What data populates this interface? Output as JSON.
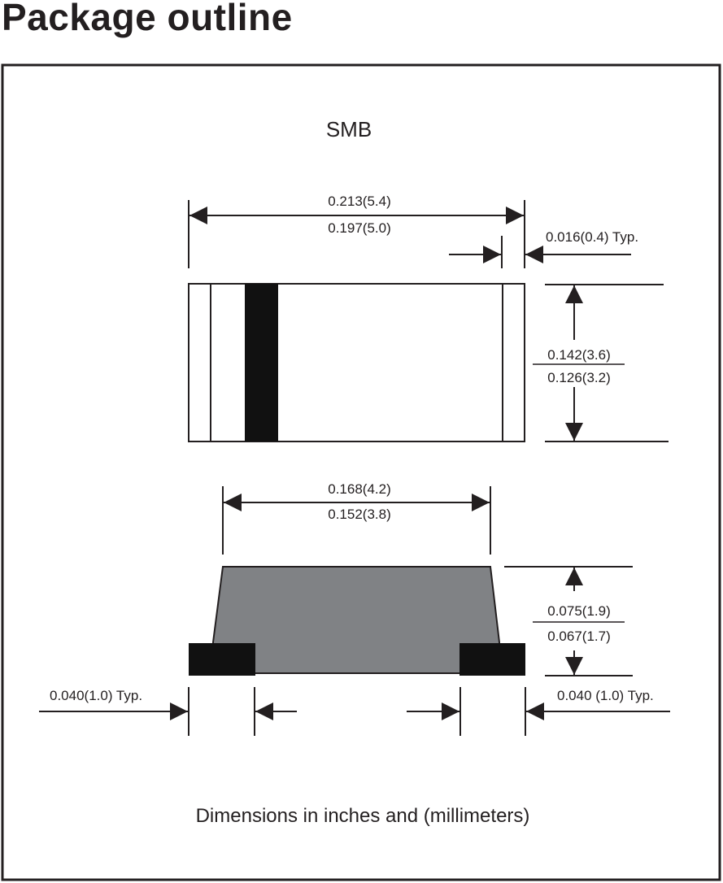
{
  "page": {
    "heading": "Package outline"
  },
  "diagram": {
    "package_name": "SMB",
    "top_view": {
      "length_max": "0.213(5.4)",
      "length_min": "0.197(5.0)",
      "cap_width": "0.016(0.4) Typ.",
      "width_max": "0.142(3.6)",
      "width_min": "0.126(3.2)"
    },
    "side_view": {
      "body_length_max": "0.168(4.2)",
      "body_length_min": "0.152(3.8)",
      "height_max": "0.075(1.9)",
      "height_min": "0.067(1.7)",
      "lead_left": "0.040(1.0) Typ.",
      "lead_right": "0.040 (1.0) Typ."
    },
    "footnote": "Dimensions in inches and (millimeters)"
  },
  "colors": {
    "ink": "#231f20",
    "body_fill": "#808285",
    "lead_fill": "#111111",
    "band_fill": "#111111"
  }
}
